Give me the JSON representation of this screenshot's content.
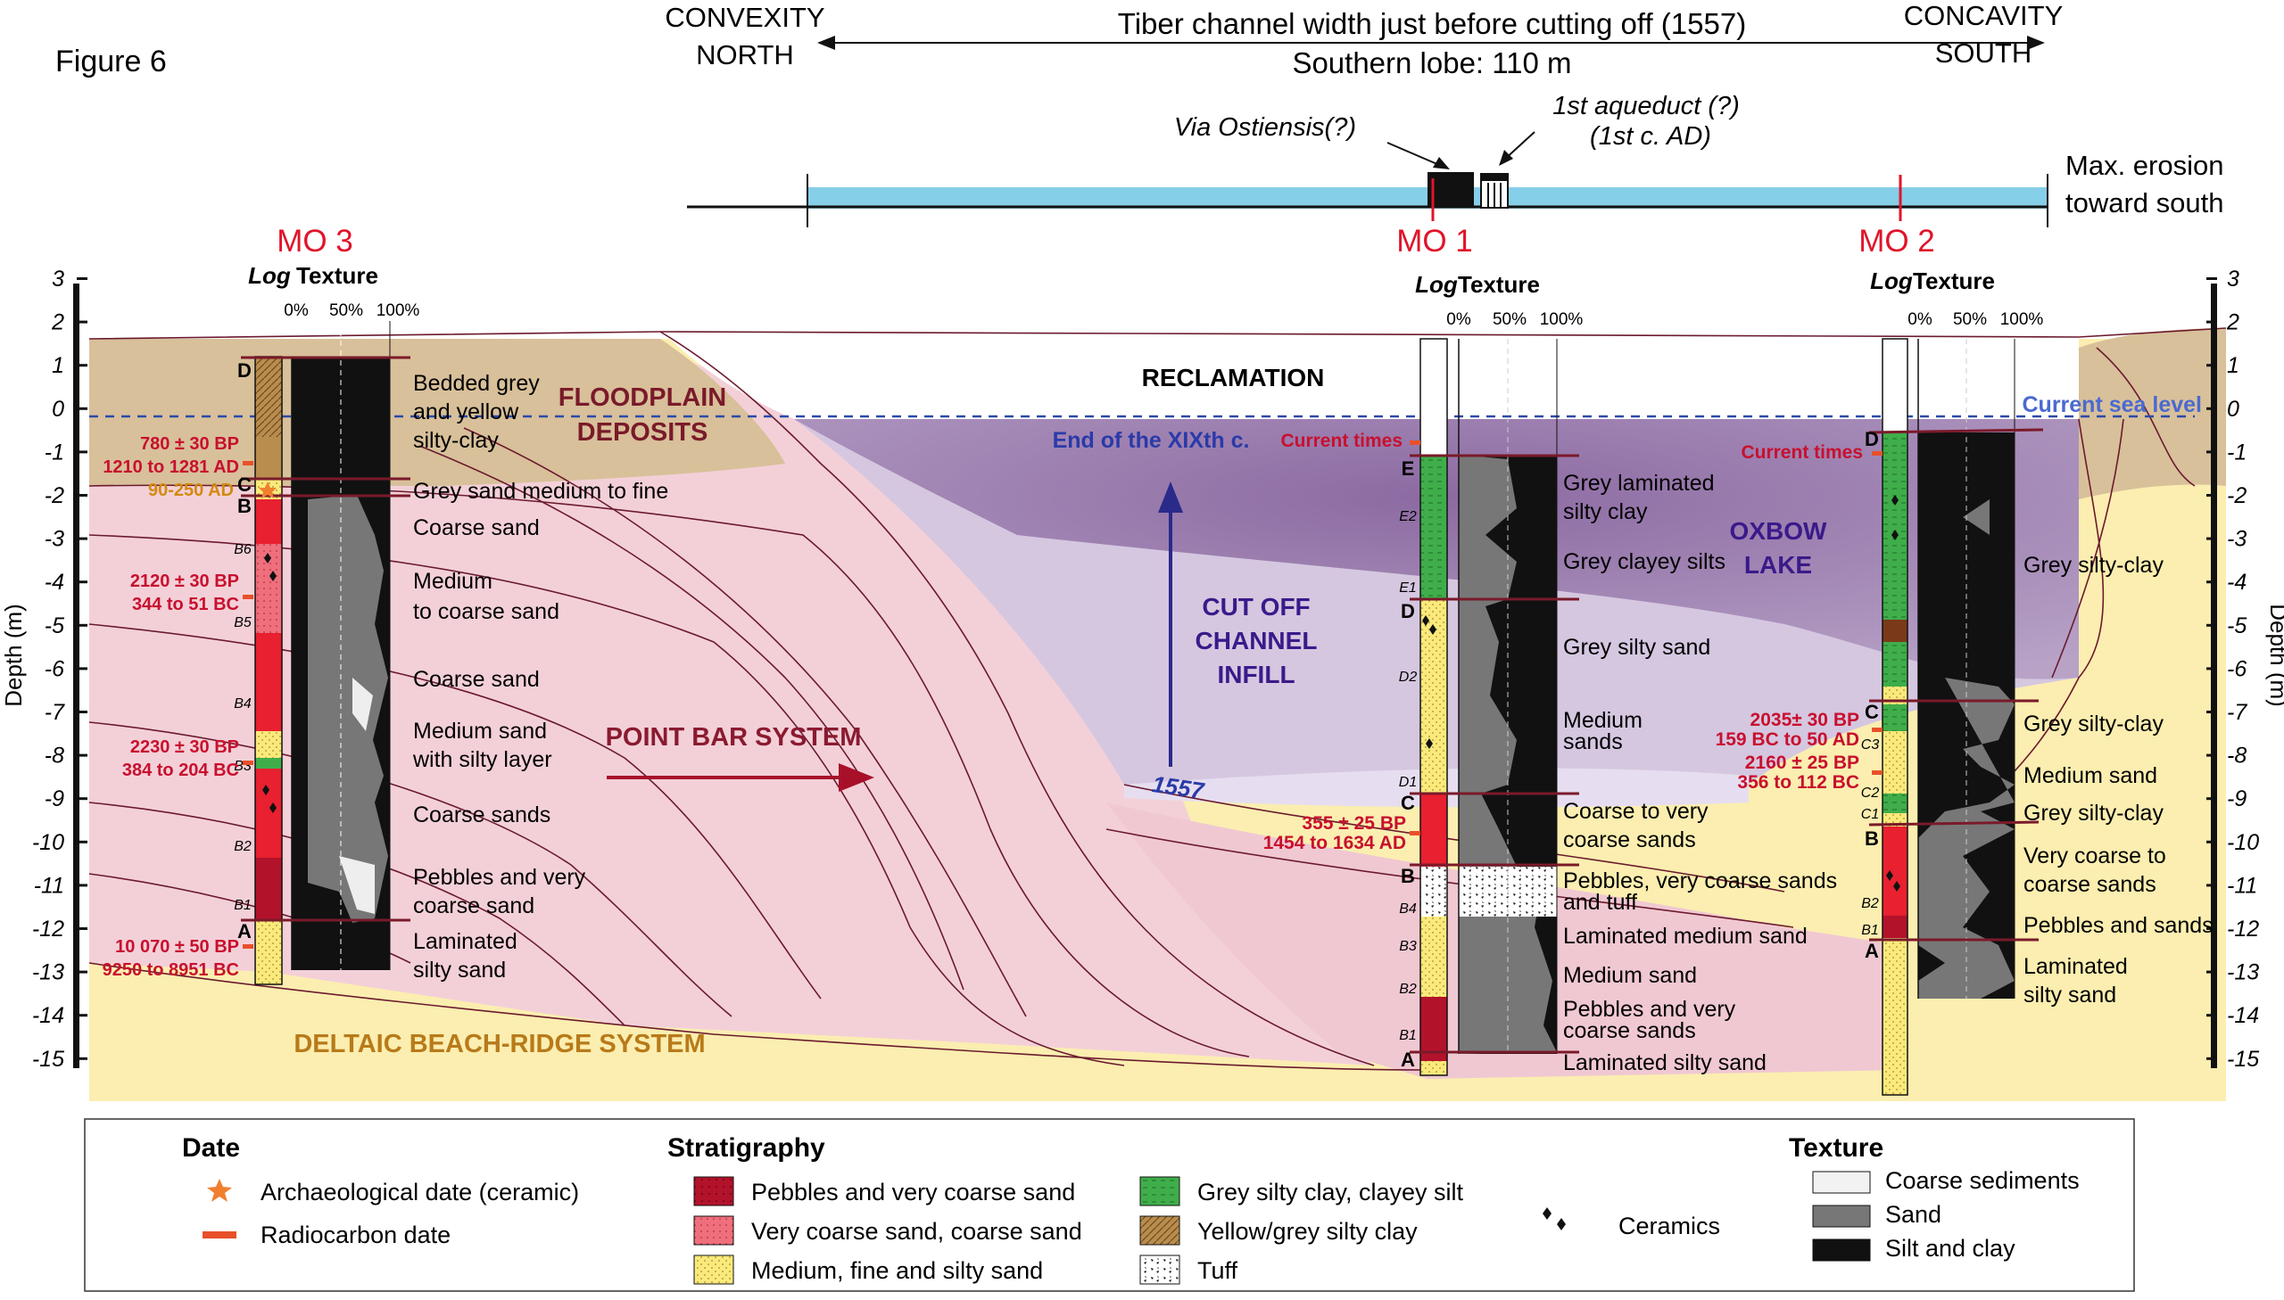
{
  "figure_label": "Figure 6",
  "header": {
    "left": [
      "CONVEXITY",
      "NORTH"
    ],
    "right": [
      "CONCAVITY",
      "SOUTH"
    ],
    "title_line1": "Tiber channel width just before cutting off (1557)",
    "title_line2": "Southern lobe: 110 m",
    "via": "Via Ostiensis(?)",
    "aqueduct_line1": "1st aqueduct (?)",
    "aqueduct_line2": "(1st c. AD)",
    "max_erosion": [
      "Max. erosion",
      "toward south"
    ]
  },
  "cores": {
    "mo3": "MO 3",
    "mo1": "MO 1",
    "mo2": "MO 2",
    "log_label": "Log",
    "texture_label": "Texture",
    "pct": [
      "0%",
      "50%",
      "100%"
    ]
  },
  "axis": {
    "label": "Depth (m)",
    "ticks": [
      "3",
      "2",
      "1",
      "0",
      "-1",
      "-2",
      "-3",
      "-4",
      "-5",
      "-6",
      "-7",
      "-8",
      "-9",
      "-10",
      "-11",
      "-12",
      "-13",
      "-14",
      "-15"
    ]
  },
  "units": {
    "floodplain": [
      "FLOODPLAIN",
      "DEPOSITS"
    ],
    "reclamation": "RECLAMATION",
    "sea_level": "Current sea level",
    "end_xix": "End of the XIXth c.",
    "cutoff": [
      "CUT OFF",
      "CHANNEL",
      "INFILL"
    ],
    "oxbow": [
      "OXBOW",
      "LAKE"
    ],
    "point_bar": "POINT BAR SYSTEM",
    "year_1557": "1557",
    "deltaic": "DELTAIC BEACH-RIDGE SYSTEM"
  },
  "mo3_desc": [
    "Bedded grey",
    "and yellow",
    "silty-clay",
    "Grey sand medium to fine",
    "Coarse sand",
    "Medium",
    "to coarse sand",
    "Coarse sand",
    "Medium sand",
    "with silty layer",
    "Coarse sands",
    "Pebbles and very",
    "coarse sand",
    "Laminated",
    "silty sand"
  ],
  "mo1_desc": [
    "Grey laminated",
    "silty clay",
    "Grey clayey silts",
    "Grey silty sand",
    "Medium",
    "sands",
    "Coarse to very",
    "coarse sands",
    "Pebbles, very coarse sands",
    "and tuff",
    "Laminated medium sand",
    "Medium sand",
    "Pebbles and very",
    "coarse sands",
    "Laminated silty sand"
  ],
  "mo2_desc": [
    "Grey silty-clay",
    "Grey silty-clay",
    "Medium sand",
    "Grey silty-clay",
    "Very coarse to",
    "coarse sands",
    "Pebbles and sands",
    "Laminated",
    "silty sand"
  ],
  "dates": {
    "mo3": [
      "780 ± 30 BP",
      "1210 to 1281 AD",
      "90-250 AD",
      "2120 ± 30 BP",
      "344 to 51 BC",
      "2230 ± 30 BP",
      "384 to 204 BC",
      "10 070 ± 50 BP",
      "9250 to 8951 BC"
    ],
    "mo1": [
      "Current times",
      "355 ± 25 BP",
      "1454 to 1634 AD"
    ],
    "mo2": [
      "Current times",
      "2035± 30 BP",
      "159 BC to 50 AD",
      "2160 ± 25 BP",
      "356 to 112 BC"
    ]
  },
  "unit_letters": {
    "mo3": [
      "D",
      "C",
      "B",
      "B6",
      "B5",
      "B4",
      "B3",
      "B2",
      "B1",
      "A"
    ],
    "mo1": [
      "E",
      "E2",
      "E1",
      "D",
      "D2",
      "D1",
      "C",
      "B",
      "B4",
      "B3",
      "B2",
      "B1",
      "A"
    ],
    "mo2": [
      "D",
      "C",
      "C3",
      "C2",
      "C1",
      "B",
      "B2",
      "B1",
      "A"
    ]
  },
  "legend": {
    "date_title": "Date",
    "date_items": [
      "Archaeological date (ceramic)",
      "Radiocarbon date"
    ],
    "strat_title": "Stratigraphy",
    "strat_items": [
      "Pebbles and very coarse sand",
      "Very coarse sand, coarse sand",
      "Medium, fine and silty sand",
      "Grey silty clay, clayey silt",
      "Yellow/grey silty clay",
      "Tuff"
    ],
    "ceramics": "Ceramics",
    "texture_title": "Texture",
    "texture_items": [
      "Coarse sediments",
      "Sand",
      "Silt and clay"
    ]
  },
  "colors": {
    "sky_channel": "#86cfe8",
    "floodplain": "#d8c09a",
    "point_bar": "#f3d0d8",
    "deltaic": "#fbeeb0",
    "oxbow": "#9a7aa8",
    "sea_level": "#2a4aa8",
    "unit_red": "#c8102e"
  }
}
